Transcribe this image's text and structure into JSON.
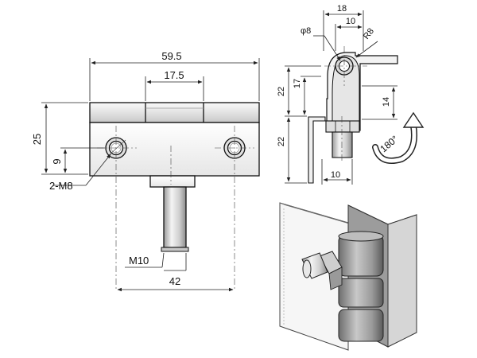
{
  "dimensions": {
    "overall_width": "59.5",
    "knuckle_width": "17.5",
    "height": "25",
    "hole_offset": "9",
    "thread_holes": "2-M8",
    "pin_thread": "M10",
    "hole_spacing": "42",
    "side_width": "18",
    "side_inner": "10",
    "radius": "R8",
    "bore": "φ8",
    "side_22_top": "22",
    "side_17": "17",
    "side_14": "14",
    "side_22_bottom": "22",
    "side_10": "10",
    "rotation": "180°"
  },
  "colors": {
    "metal_light": "#f2f2f2",
    "metal_mid": "#d0d0d0",
    "metal_dark": "#8a8a8a",
    "line": "#111111"
  }
}
